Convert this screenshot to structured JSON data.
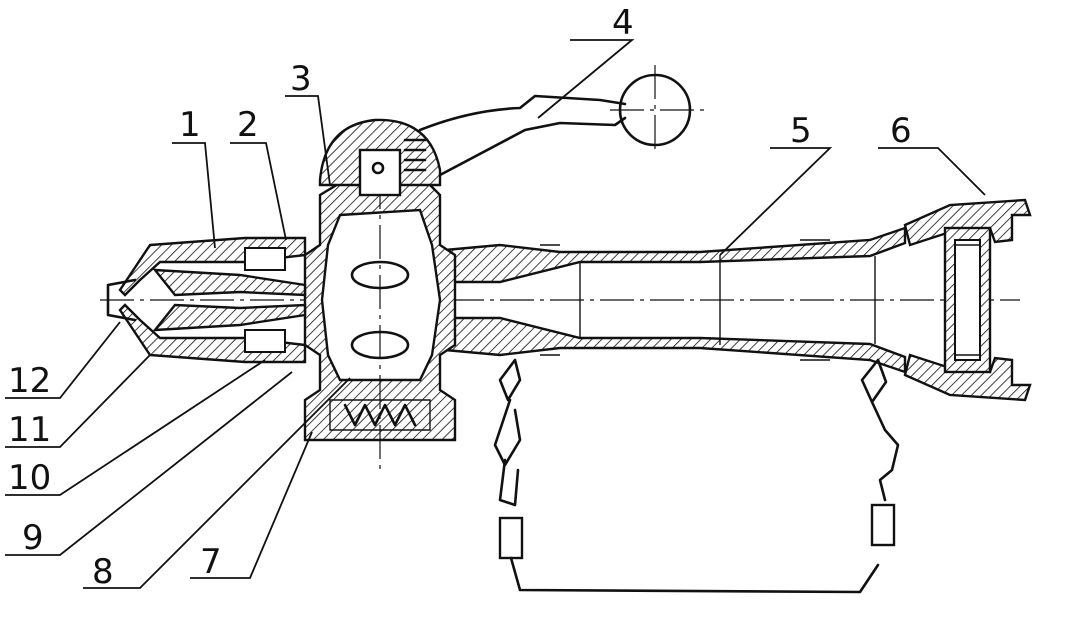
{
  "labels": [
    "1",
    "2",
    "3",
    "4",
    "5",
    "6",
    "7",
    "8",
    "9",
    "10",
    "11",
    "12"
  ]
}
